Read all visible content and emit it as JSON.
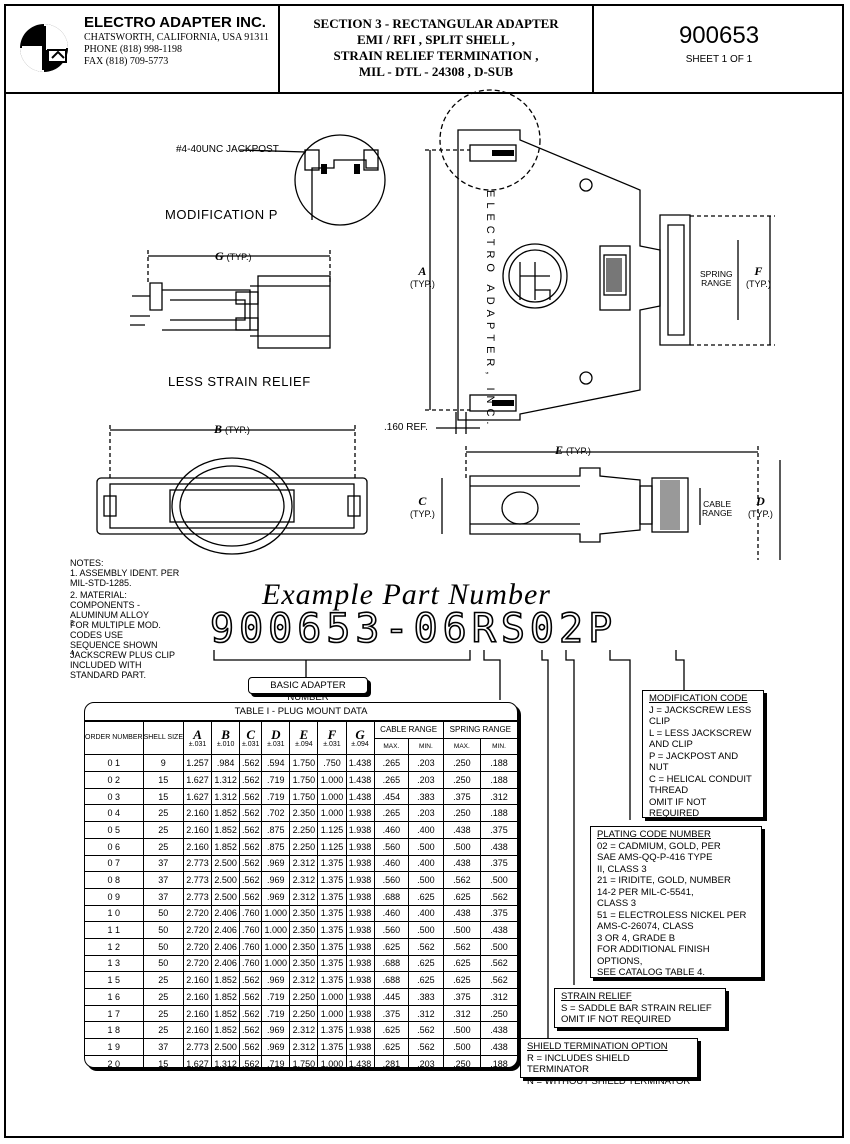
{
  "header": {
    "company": "ELECTRO ADAPTER INC.",
    "city": "CHATSWORTH, CALIFORNIA, USA 91311",
    "phone": "PHONE  (818) 998-1198",
    "fax": "FAX  (818) 709-5773",
    "section_lines": [
      "SECTION 3 - RECTANGULAR ADAPTER",
      "EMI / RFI ,  SPLIT SHELL ,",
      "STRAIN RELIEF TERMINATION ,",
      "MIL - DTL - 24308 ,  D-SUB"
    ],
    "part_number": "900653",
    "sheet": "SHEET  1 OF 1"
  },
  "drawing": {
    "jackpost": "#4-40UNC JACKPOST",
    "mod_p": "MODIFICATION P",
    "less_strain": "LESS STRAIN RELIEF",
    "side_text": "ELECTRO  ADAPTER,  INC.",
    "ref": ".160 REF.",
    "spring_range": [
      "SPRING",
      "RANGE"
    ],
    "cable_range": [
      "CABLE",
      "RANGE"
    ],
    "typ": "(TYP.)",
    "dims": {
      "A": "A",
      "B": "B",
      "C": "C",
      "D": "D",
      "E": "E",
      "F": "F",
      "G": "G"
    }
  },
  "notes": {
    "title": "NOTES:",
    "lines": [
      "1.  ASSEMBLY IDENT. PER",
      "     MIL-STD-1285.",
      "2.  MATERIAL:",
      "     COMPONENTS -",
      "     ALUMINUM ALLOY",
      "     FOR MULTIPLE MOD.",
      "     CODES USE",
      "     SEQUENCE SHOWN",
      "     JACKSCREW PLUS CLIP",
      "     INCLUDED WITH",
      "     STANDARD PART."
    ],
    "marker3": "3",
    "marker4": "4"
  },
  "example": {
    "title": "Example Part Number",
    "number": "900653-06RS02P",
    "basic_label": "BASIC ADAPTER NUMBER"
  },
  "modification": {
    "title": "MODIFICATION CODE",
    "lines": [
      "J  =  JACKSCREW LESS",
      "        CLIP",
      "L  =  LESS JACKSCREW",
      "        AND CLIP",
      "P  =  JACKPOST AND",
      "        NUT",
      "C  =  HELICAL CONDUIT",
      "        THREAD",
      "     OMIT IF NOT REQUIRED"
    ]
  },
  "plating": {
    "title": "PLATING CODE NUMBER",
    "lines": [
      "02  =  CADMIUM, GOLD, PER",
      "          SAE AMS-QQ-P-416 TYPE",
      "          II, CLASS 3",
      "21  =  IRIDITE, GOLD, NUMBER",
      "          14-2 PER MIL-C-5541,",
      "          CLASS 3",
      "51  =  ELECTROLESS NICKEL PER",
      "          AMS-C-26074, CLASS",
      "          3 OR 4, GRADE B",
      "     FOR ADDITIONAL FINISH OPTIONS,",
      "          SEE CATALOG TABLE 4."
    ]
  },
  "strain": {
    "title": "STRAIN RELIEF",
    "lines": [
      "S  =  SADDLE BAR STRAIN RELIEF",
      "          OMIT IF NOT REQUIRED"
    ]
  },
  "shield": {
    "title": "SHIELD TERMINATION OPTION",
    "lines": [
      "R  =  INCLUDES SHIELD TERMINATOR",
      "N  =  WITHOUT SHIELD TERMINATOR"
    ]
  },
  "table": {
    "title": "TABLE I  -  PLUG MOUNT DATA",
    "col_order": "ORDER NUMBER",
    "col_shell": "SHELL SIZE",
    "dim_cols": [
      {
        "letter": "A",
        "tol": "±.031"
      },
      {
        "letter": "B",
        "tol": "±.010"
      },
      {
        "letter": "C",
        "tol": "±.031"
      },
      {
        "letter": "D",
        "tol": "±.031"
      },
      {
        "letter": "E",
        "tol": "±.094"
      },
      {
        "letter": "F",
        "tol": "±.031"
      },
      {
        "letter": "G",
        "tol": "±.094"
      }
    ],
    "cable_range": "CABLE RANGE",
    "spring_range": "SPRING RANGE",
    "max": "MAX.",
    "min": "MIN.",
    "rows": [
      [
        "0 1",
        "9",
        "1.257",
        ".984",
        ".562",
        ".594",
        "1.750",
        ".750",
        "1.438",
        ".265",
        ".203",
        ".250",
        ".188"
      ],
      [
        "0 2",
        "15",
        "1.627",
        "1.312",
        ".562",
        ".719",
        "1.750",
        "1.000",
        "1.438",
        ".265",
        ".203",
        ".250",
        ".188"
      ],
      [
        "0 3",
        "15",
        "1.627",
        "1.312",
        ".562",
        ".719",
        "1.750",
        "1.000",
        "1.438",
        ".454",
        ".383",
        ".375",
        ".312"
      ],
      [
        "0 4",
        "25",
        "2.160",
        "1.852",
        ".562",
        ".702",
        "2.350",
        "1.000",
        "1.938",
        ".265",
        ".203",
        ".250",
        ".188"
      ],
      [
        "0 5",
        "25",
        "2.160",
        "1.852",
        ".562",
        ".875",
        "2.250",
        "1.125",
        "1.938",
        ".460",
        ".400",
        ".438",
        ".375"
      ],
      [
        "0 6",
        "25",
        "2.160",
        "1.852",
        ".562",
        ".875",
        "2.250",
        "1.125",
        "1.938",
        ".560",
        ".500",
        ".500",
        ".438"
      ],
      [
        "0 7",
        "37",
        "2.773",
        "2.500",
        ".562",
        ".969",
        "2.312",
        "1.375",
        "1.938",
        ".460",
        ".400",
        ".438",
        ".375"
      ],
      [
        "0 8",
        "37",
        "2.773",
        "2.500",
        ".562",
        ".969",
        "2.312",
        "1.375",
        "1.938",
        ".560",
        ".500",
        ".562",
        ".500"
      ],
      [
        "0 9",
        "37",
        "2.773",
        "2.500",
        ".562",
        ".969",
        "2.312",
        "1.375",
        "1.938",
        ".688",
        ".625",
        ".625",
        ".562"
      ],
      [
        "1 0",
        "50",
        "2.720",
        "2.406",
        ".760",
        "1.000",
        "2.350",
        "1.375",
        "1.938",
        ".460",
        ".400",
        ".438",
        ".375"
      ],
      [
        "1 1",
        "50",
        "2.720",
        "2.406",
        ".760",
        "1.000",
        "2.350",
        "1.375",
        "1.938",
        ".560",
        ".500",
        ".500",
        ".438"
      ],
      [
        "1 2",
        "50",
        "2.720",
        "2.406",
        ".760",
        "1.000",
        "2.350",
        "1.375",
        "1.938",
        ".625",
        ".562",
        ".562",
        ".500"
      ],
      [
        "1 3",
        "50",
        "2.720",
        "2.406",
        ".760",
        "1.000",
        "2.350",
        "1.375",
        "1.938",
        ".688",
        ".625",
        ".625",
        ".562"
      ],
      [
        "1 5",
        "25",
        "2.160",
        "1.852",
        ".562",
        ".969",
        "2.312",
        "1.375",
        "1.938",
        ".688",
        ".625",
        ".625",
        ".562"
      ],
      [
        "1 6",
        "25",
        "2.160",
        "1.852",
        ".562",
        ".719",
        "2.250",
        "1.000",
        "1.938",
        ".445",
        ".383",
        ".375",
        ".312"
      ],
      [
        "1 7",
        "25",
        "2.160",
        "1.852",
        ".562",
        ".719",
        "2.250",
        "1.000",
        "1.938",
        ".375",
        ".312",
        ".312",
        ".250"
      ],
      [
        "1 8",
        "25",
        "2.160",
        "1.852",
        ".562",
        ".969",
        "2.312",
        "1.375",
        "1.938",
        ".625",
        ".562",
        ".500",
        ".438"
      ],
      [
        "1 9",
        "37",
        "2.773",
        "2.500",
        ".562",
        ".969",
        "2.312",
        "1.375",
        "1.938",
        ".625",
        ".562",
        ".500",
        ".438"
      ],
      [
        "2 0",
        "15",
        "1.627",
        "1.312",
        ".562",
        ".719",
        "1.750",
        "1.000",
        "1.438",
        ".281",
        ".203",
        ".250",
        ".188"
      ]
    ]
  }
}
